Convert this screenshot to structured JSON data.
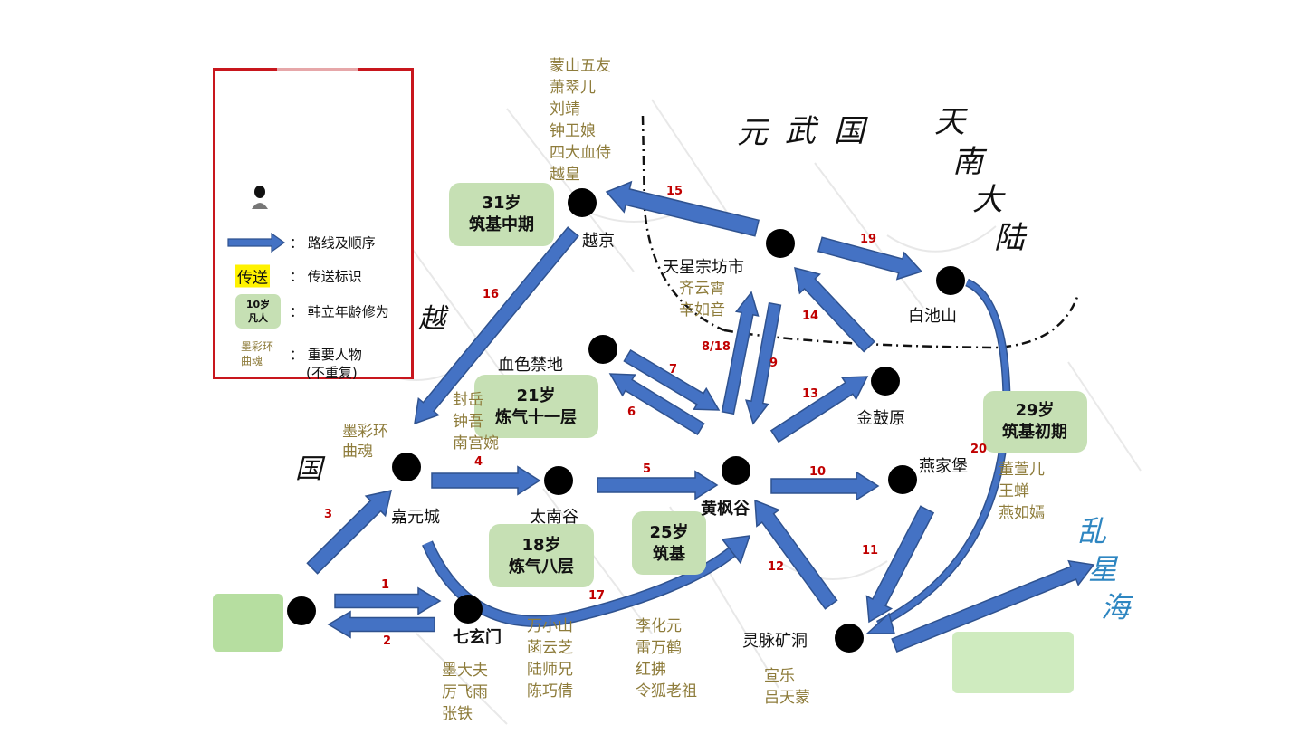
{
  "colors": {
    "arrow_fill": "#4472c4",
    "arrow_stroke": "#2f528f",
    "route_number": "#c00000",
    "person_text": "#8e7c3b",
    "age_box": "#c6e0b4",
    "legend_border": "#c8161d",
    "highlight": "#fff200",
    "sea_label": "#2e86c1",
    "region_label": "#111111"
  },
  "legend": {
    "route_label": "： 路线及顺序",
    "teleport_tag": "传送",
    "teleport_label": "： 传送标识",
    "age_sample_line1": "10岁",
    "age_sample_line2": "凡人",
    "age_label": "： 韩立年龄修为",
    "person_sample_line1": "墨彩环",
    "person_sample_line2": "曲魂",
    "person_label": "： 重要人物",
    "person_label_note": "(不重复)"
  },
  "regions": {
    "yuan_wu": [
      "元",
      "武",
      "国"
    ],
    "tiannan": [
      "天",
      "南",
      "大",
      "陆"
    ],
    "yue": [
      "越",
      "国"
    ],
    "luanxing": [
      "乱",
      "星",
      "海"
    ]
  },
  "places": [
    {
      "id": "start",
      "name": ""
    },
    {
      "id": "qixuanmen",
      "name": "七玄门"
    },
    {
      "id": "jiayuan",
      "name": "嘉元城"
    },
    {
      "id": "tainangu",
      "name": "太南谷"
    },
    {
      "id": "huangfeng",
      "name": "黄枫谷"
    },
    {
      "id": "xuese",
      "name": "血色禁地"
    },
    {
      "id": "yuejing",
      "name": "越京"
    },
    {
      "id": "tianxing",
      "name": "天星宗坊市"
    },
    {
      "id": "baichi",
      "name": "白池山"
    },
    {
      "id": "jingu",
      "name": "金鼓原"
    },
    {
      "id": "yanjia",
      "name": "燕家堡"
    },
    {
      "id": "lingmai",
      "name": "灵脉矿洞"
    }
  ],
  "routes": [
    {
      "n": "1",
      "from": "start",
      "to": "qixuanmen"
    },
    {
      "n": "2",
      "from": "qixuanmen",
      "to": "start"
    },
    {
      "n": "3",
      "from": "start",
      "to": "jiayuan"
    },
    {
      "n": "4",
      "from": "jiayuan",
      "to": "tainangu"
    },
    {
      "n": "5",
      "from": "tainangu",
      "to": "huangfeng"
    },
    {
      "n": "6",
      "from": "huangfeng",
      "to": "xuese"
    },
    {
      "n": "7",
      "from": "xuese",
      "to": "huangfeng"
    },
    {
      "n": "8/18",
      "from": "huangfeng",
      "to": "tianxing"
    },
    {
      "n": "9",
      "from": "tianxing",
      "to": "huangfeng"
    },
    {
      "n": "10",
      "from": "huangfeng",
      "to": "yanjia"
    },
    {
      "n": "11",
      "from": "yanjia",
      "to": "lingmai"
    },
    {
      "n": "12",
      "from": "lingmai",
      "to": "huangfeng"
    },
    {
      "n": "13",
      "from": "huangfeng",
      "to": "jingu"
    },
    {
      "n": "14",
      "from": "jingu",
      "to": "tianxing"
    },
    {
      "n": "15",
      "from": "tianxing",
      "to": "yuejing"
    },
    {
      "n": "16",
      "from": "yuejing",
      "to": "jiayuan"
    },
    {
      "n": "17",
      "from": "jiayuan",
      "to": "huangfeng"
    },
    {
      "n": "19",
      "from": "tianxing",
      "to": "baichi"
    },
    {
      "n": "20",
      "from": "baichi",
      "to": "lingmai"
    },
    {
      "n": "",
      "from": "lingmai",
      "to": "luanxing"
    }
  ],
  "age_boxes": [
    {
      "id": "age-31",
      "line1": "31岁",
      "line2": "筑基中期"
    },
    {
      "id": "age-21",
      "line1": "21岁",
      "line2": "炼气十一层"
    },
    {
      "id": "age-18",
      "line1": "18岁",
      "line2": "炼气八层"
    },
    {
      "id": "age-25",
      "line1": "25岁",
      "line2": "筑基"
    },
    {
      "id": "age-29",
      "line1": "29岁",
      "line2": "筑基初期"
    }
  ],
  "people": {
    "yuejing": [
      "蒙山五友",
      "萧翠儿",
      "刘靖",
      "钟卫娘",
      "四大血侍",
      "越皇"
    ],
    "tianxing": [
      "齐云霄",
      "辛如音"
    ],
    "xuese": [
      "封岳",
      "钟吾",
      "南宫婉"
    ],
    "jiayuan": [
      "墨彩环",
      "曲魂"
    ],
    "qixuanmen": [
      "墨大夫",
      "厉飞雨",
      "张铁"
    ],
    "tainangu": [
      "万小山",
      "菡云芝",
      "陆师兄",
      "陈巧倩"
    ],
    "huangfeng": [
      "李化元",
      "雷万鹤",
      "红拂",
      "令狐老祖"
    ],
    "lingmai": [
      "宣乐",
      "吕天蒙"
    ],
    "yanjia": [
      "董萱儿",
      "王蝉",
      "燕如嫣"
    ]
  }
}
